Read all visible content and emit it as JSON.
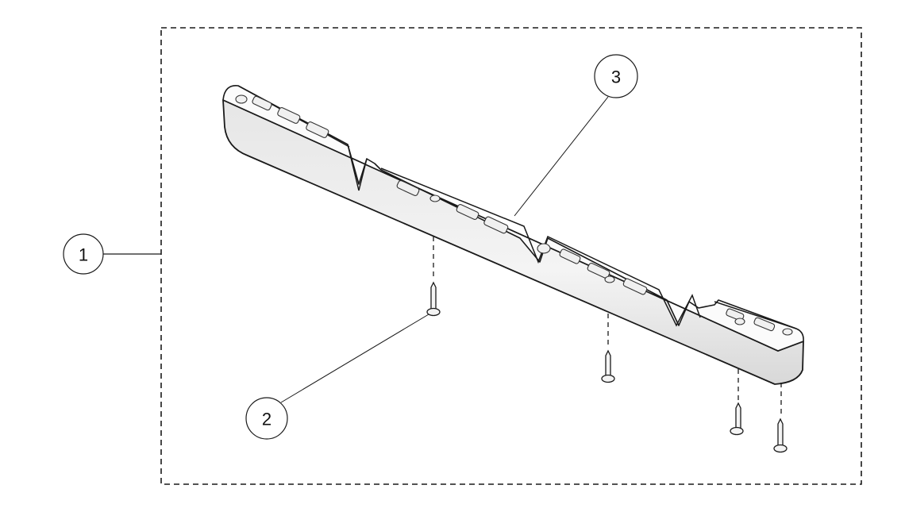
{
  "diagram": {
    "callouts": [
      {
        "label": "1",
        "refers_to": "assembly"
      },
      {
        "label": "2",
        "refers_to": "screw"
      },
      {
        "label": "3",
        "refers_to": "rail"
      }
    ],
    "colors": {
      "line": "#1a1a1a",
      "part_fill": "#f2f2f2",
      "part_shade": "#d9d9d9"
    }
  }
}
